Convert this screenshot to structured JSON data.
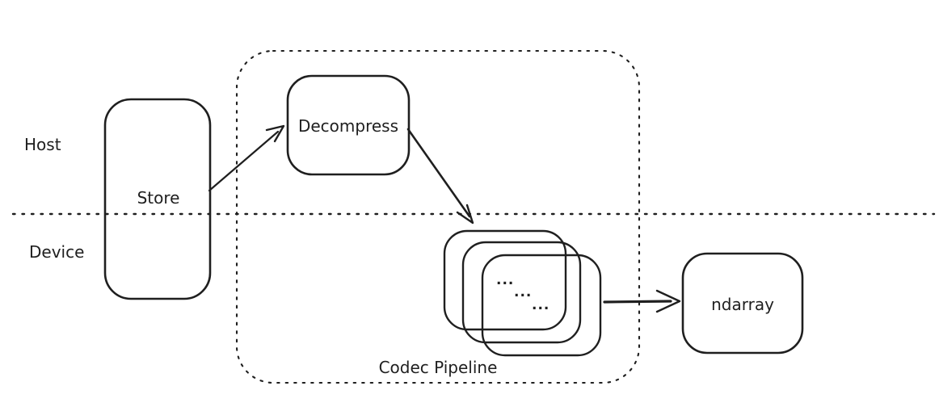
{
  "colors": {
    "ink": "#1f1f1f",
    "bg": "#ffffff"
  },
  "lanes": {
    "host_label": "Host",
    "device_label": "Device"
  },
  "nodes": {
    "store_label": "Store",
    "decompress_label": "Decompress",
    "ndarray_label": "ndarray"
  },
  "pipeline": {
    "container_label": "Codec Pipeline",
    "stack_box_count": 3,
    "ellipsis": "..."
  }
}
